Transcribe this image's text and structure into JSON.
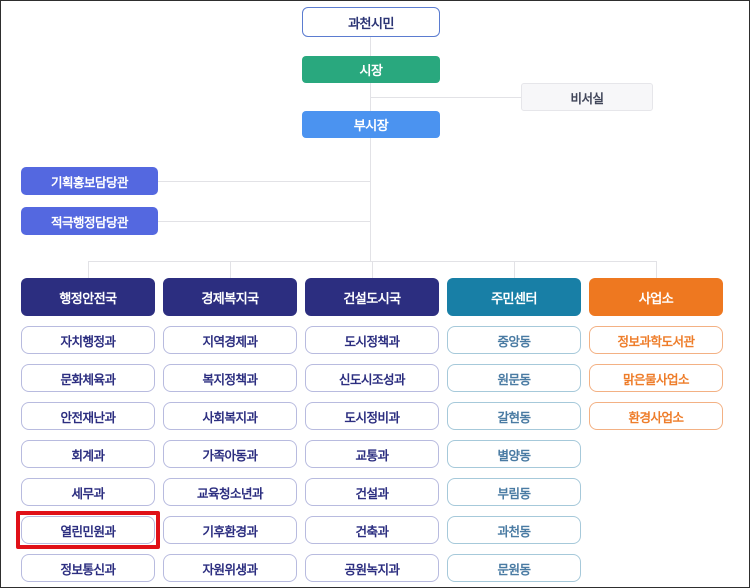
{
  "chart": {
    "citizens_label": "과천시민",
    "mayor_label": "시장",
    "secretary_label": "비서실",
    "vice_mayor_label": "부시장",
    "staff_offices": [
      {
        "label": "기획홍보담당관"
      },
      {
        "label": "적극행정담당관"
      }
    ],
    "divisions": [
      {
        "name": "행정안전국",
        "style": "navy",
        "items": [
          "자치행정과",
          "문화체육과",
          "안전재난과",
          "회계과",
          "세무과",
          "열린민원과",
          "정보통신과"
        ]
      },
      {
        "name": "경제복지국",
        "style": "navy",
        "items": [
          "지역경제과",
          "복지정책과",
          "사회복지과",
          "가족아동과",
          "교육청소년과",
          "기후환경과",
          "자원위생과"
        ]
      },
      {
        "name": "건설도시국",
        "style": "navy",
        "items": [
          "도시정책과",
          "신도시조성과",
          "도시정비과",
          "교통과",
          "건설과",
          "건축과",
          "공원녹지과"
        ]
      },
      {
        "name": "주민센터",
        "style": "teal",
        "items": [
          "중앙동",
          "원문동",
          "갈현동",
          "별양동",
          "부림동",
          "과천동",
          "문원동"
        ]
      },
      {
        "name": "사업소",
        "style": "orange",
        "items": [
          "정보과학도서관",
          "맑은물사업소",
          "환경사업소"
        ]
      }
    ],
    "highlight": {
      "division_index": 0,
      "item_index": 5,
      "item_label": "열린민원과",
      "color": "#e01018"
    }
  },
  "colors": {
    "green": "#29a87e",
    "blue": "#4b93f0",
    "indigo": "#5468e0",
    "navy": "#2c2e80",
    "teal": "#187fa6",
    "orange": "#ee7820",
    "citizens_border": "#5b7cd0",
    "navy_text": "#2c3575",
    "navy_item_border": "#b8bbdf",
    "navy_item_text": "#2c2e80",
    "teal_item_border": "#a6c9da",
    "teal_item_text": "#4a7ba3",
    "orange_item_border": "#f3b184",
    "orange_item_text": "#ee7d2a",
    "line": "#e2e2e6",
    "highlight": "#e01018"
  }
}
